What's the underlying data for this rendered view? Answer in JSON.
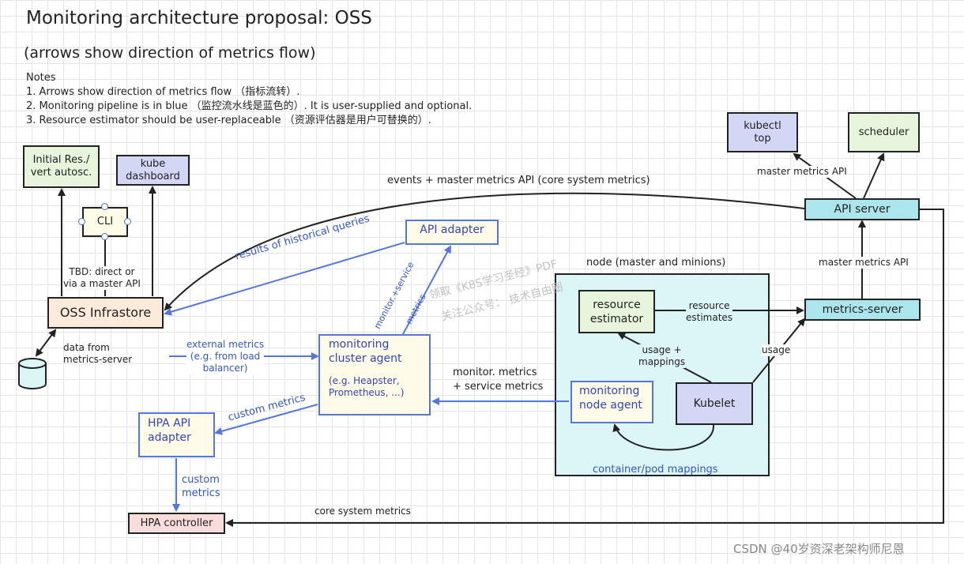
{
  "title": "Monitoring architecture proposal: OSS",
  "subtitle": "(arrows show direction of metrics flow)",
  "notes": {
    "heading": "Notes",
    "lines": [
      "1. Arrows show direction of metrics flow （指标流转）.",
      "2. Monitoring pipeline is in blue （监控流水线是蓝色的）. It is user-supplied and optional.",
      "3. Resource estimator should be user-replaceable （资源评估器是用户可替换的）."
    ]
  },
  "nodes": {
    "initial_res": [
      "Initial Res./",
      "vert autosc."
    ],
    "kube_dashboard": [
      "kube",
      "dashboard"
    ],
    "cli": "CLI",
    "oss_infrastore": "OSS Infrastore",
    "api_adapter": "API adapter",
    "monitoring_cluster_agent": [
      "monitoring",
      "cluster agent"
    ],
    "monitoring_cluster_agent_examples": [
      "(e.g. Heapster,",
      "Prometheus, ...)"
    ],
    "hpa_api_adapter": [
      "HPA API",
      "adapter"
    ],
    "hpa_controller": "HPA controller",
    "node_container": "node (master and minions)",
    "resource_estimator": [
      "resource",
      "estimator"
    ],
    "monitoring_node_agent": [
      "monitoring",
      "node agent"
    ],
    "kubelet": "Kubelet",
    "container_pod_mappings": "container/pod mappings",
    "metrics_server": "metrics-server",
    "api_server": "API server",
    "kubectl_top": [
      "kubectl",
      "top"
    ],
    "scheduler": "scheduler"
  },
  "edge_labels": {
    "tbd": [
      "TBD: direct or",
      "via a master API"
    ],
    "data_from": [
      "data from",
      "metrics-server"
    ],
    "events_master": "events + master metrics API (core system metrics)",
    "results_historical": "results of historical queries",
    "monitor_service": "monitor.+service",
    "metrics": "metrics",
    "external_metrics": [
      "external metrics",
      "(e.g. from load",
      "balancer)"
    ],
    "custom_metrics_diag": "custom metrics",
    "custom_metrics_vert": [
      "custom",
      "metrics"
    ],
    "monitor_metrics": [
      "monitor. metrics",
      "+ service metrics"
    ],
    "core_system_metrics": "core system metrics",
    "resource_estimates": [
      "resource",
      "estimates"
    ],
    "usage_mappings": [
      "usage +",
      "mappings"
    ],
    "usage": "usage",
    "master_metrics_api_mid": "master metrics API",
    "master_metrics_api_top": "master metrics API"
  },
  "watermark": [
    "领取《K8S学习圣经》PDF",
    "关注公众号： 技术自由圈"
  ],
  "footer": "CSDN @40岁资深老架构师尼恩",
  "colors": {
    "green": "#e6f5dc",
    "lavender": "#d4d6f6",
    "yellow": "#fdfbe8",
    "peach": "#fdeadb",
    "pink": "#f9dcdc",
    "cyan": "#ace6ec",
    "light_cyan": "#dcf5f7",
    "blue_line": "#5577dd"
  }
}
